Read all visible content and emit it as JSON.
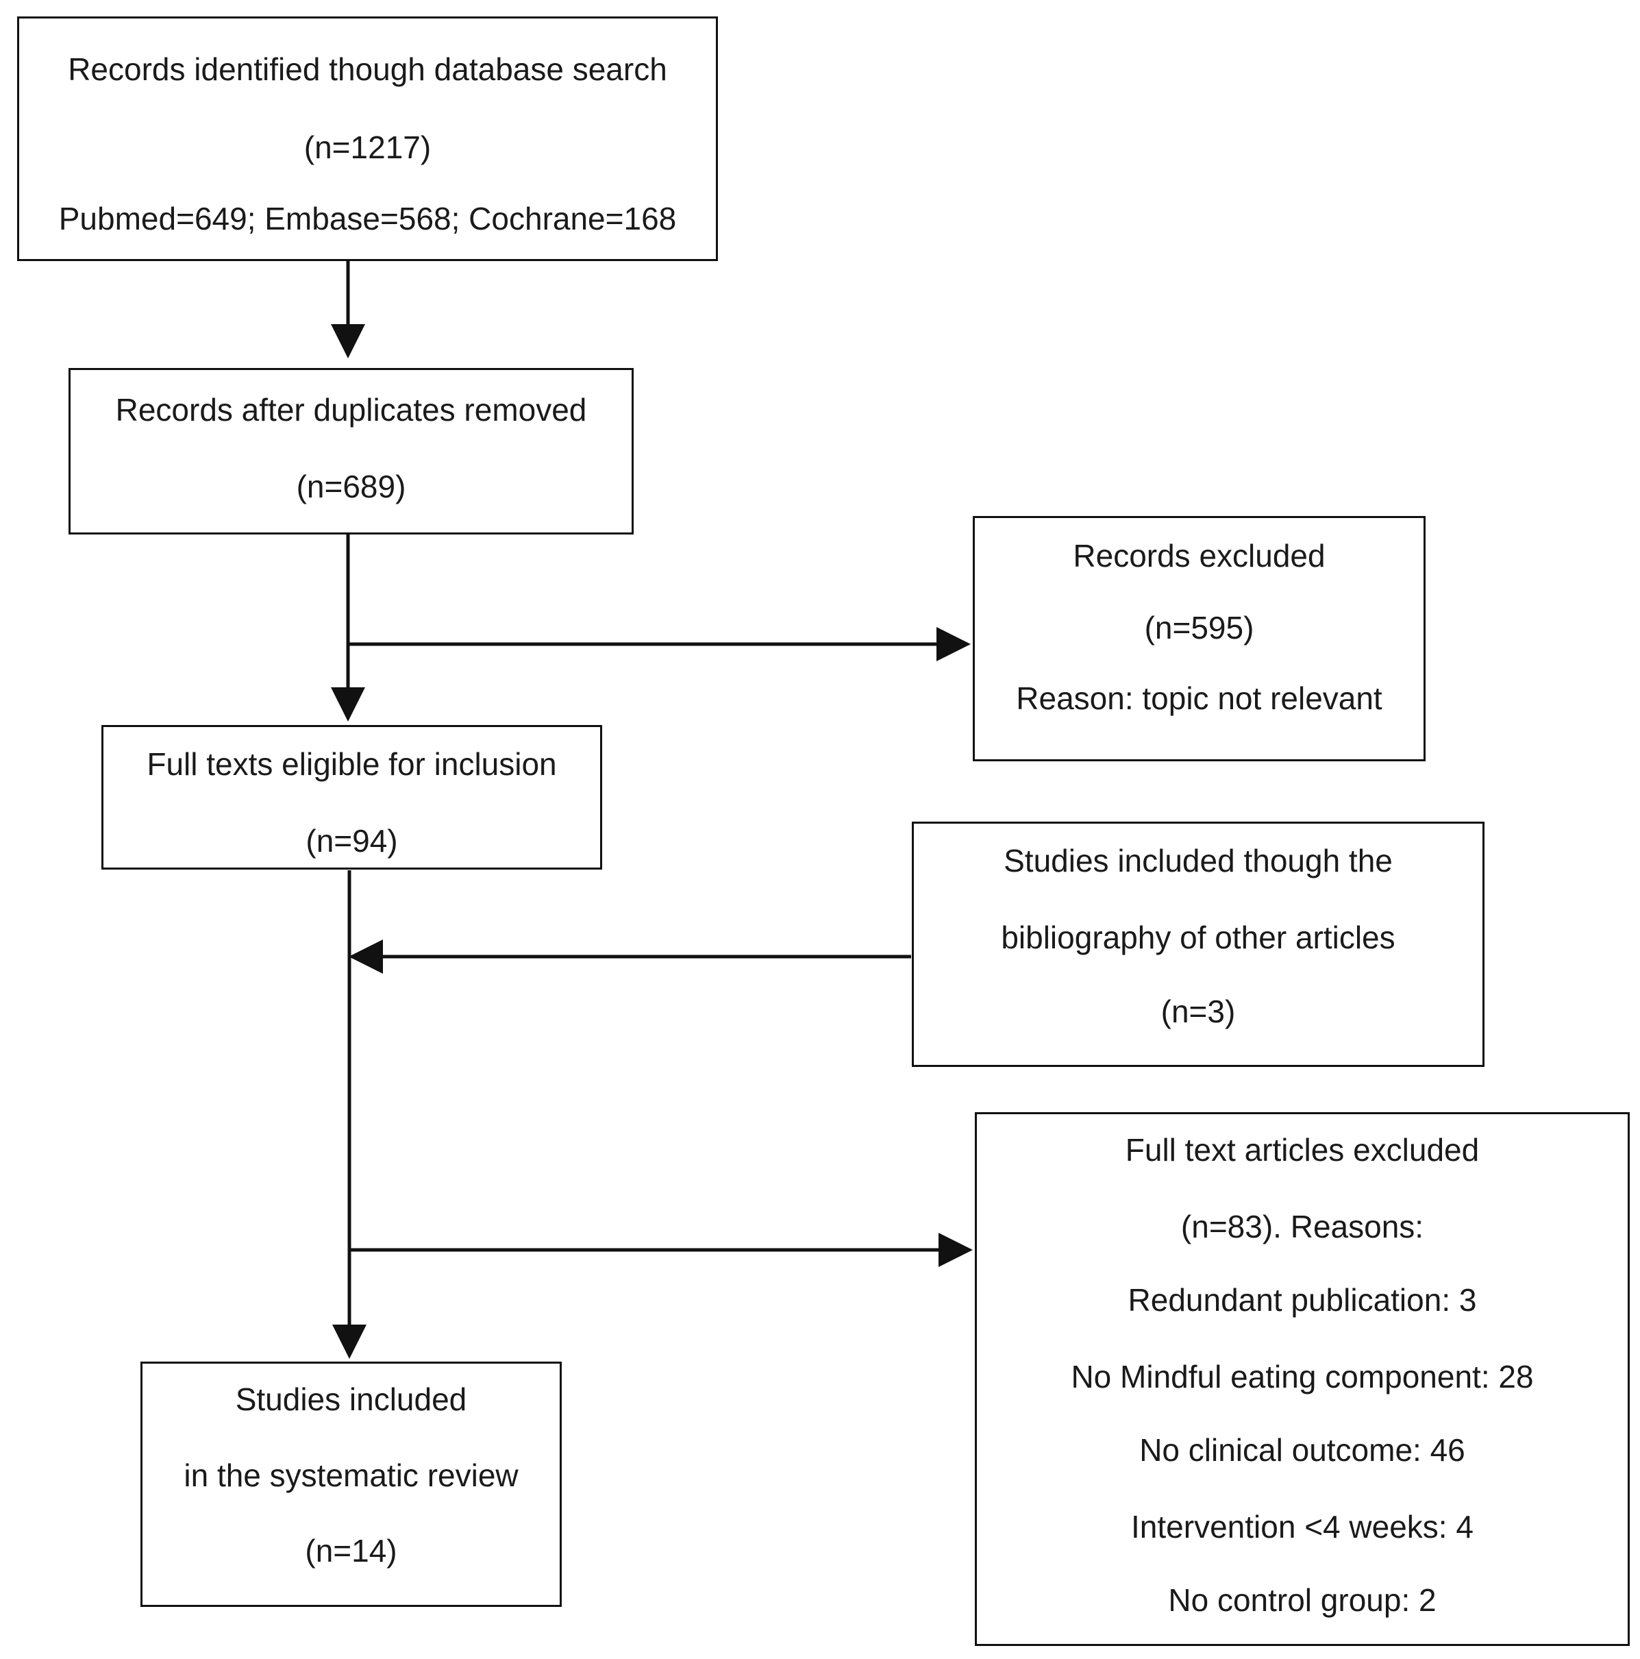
{
  "identification": {
    "title": "Records identified though database search",
    "count": "(n=1217)",
    "sources": "Pubmed=649;  Embase=568; Cochrane=168"
  },
  "deduplicated": {
    "title": "Records after duplicates removed",
    "count": "(n=689)"
  },
  "records_excluded": {
    "title": "Records excluded",
    "count": "(n=595)",
    "reason": "Reason: topic not relevant"
  },
  "eligible": {
    "title": "Full texts eligible for inclusion",
    "count": "(n=94)"
  },
  "bibliography": {
    "line1": "Studies included though the",
    "line2": "bibliography of other articles",
    "count": "(n=3)"
  },
  "fulltext_excluded": {
    "title": "Full text articles excluded",
    "count_reasons": "(n=83). Reasons:",
    "reasons": [
      "Redundant publication: 3",
      "No Mindful eating component: 28",
      "No clinical outcome:  46",
      "Intervention <4 weeks:  4",
      "No control group: 2"
    ]
  },
  "included": {
    "line1": "Studies included",
    "line2": "in the systematic review",
    "count": "(n=14)"
  }
}
